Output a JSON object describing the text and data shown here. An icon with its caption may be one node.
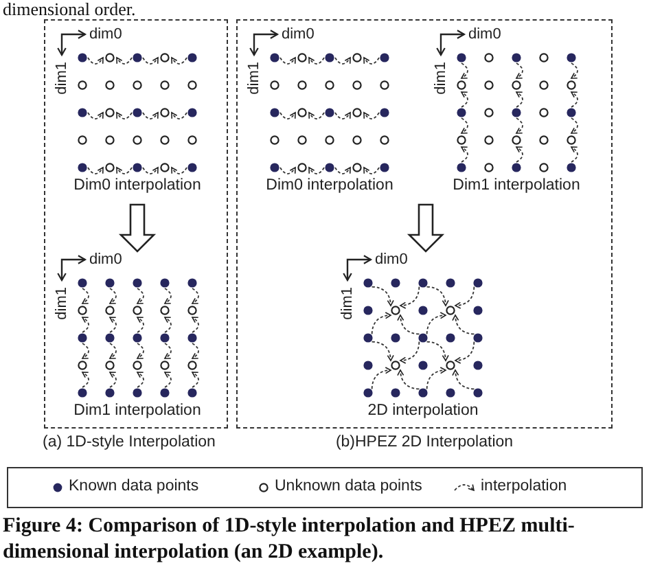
{
  "diagram": {
    "caption": "Figure 4: Comparison of 1D-style interpolation and HPEZ multi-dimensional interpolation (an 2D example).",
    "nodes": [
      {
        "text": [
          "(a) 1D-style Interpolation"
        ]
      },
      {
        "text": [
          "Dim0 interpolation"
        ],
        "in": 0
      },
      {
        "text": [
          "Dim1 interpolation"
        ],
        "in": 0
      },
      {
        "text": [
          "(b)HPEZ 2D Interpolation"
        ]
      },
      {
        "text": [
          "Dim0 interpolation"
        ],
        "in": 3
      },
      {
        "text": [
          "Dim1 interpolation"
        ],
        "in": 3
      },
      {
        "text": [
          "2D interpolation"
        ],
        "in": 3
      }
    ],
    "edges": [
      {
        "from": 1,
        "to": 2,
        "arrow": "to",
        "style": "thick"
      },
      {
        "from": 4,
        "to": 6,
        "arrow": "to",
        "style": "thick"
      },
      {
        "from": 5,
        "to": 6,
        "arrow": "to",
        "style": "thick"
      }
    ],
    "labels": [
      "dimensional order.",
      "dim0",
      "dim1",
      "dim0",
      "dim1",
      "dim0",
      "dim1",
      "dim0",
      "dim1",
      "dim0",
      "dim1"
    ],
    "legend": [
      {
        "text": "Known data points"
      },
      {
        "text": "Unknown data points"
      },
      {
        "text": "interpolation"
      }
    ]
  }
}
